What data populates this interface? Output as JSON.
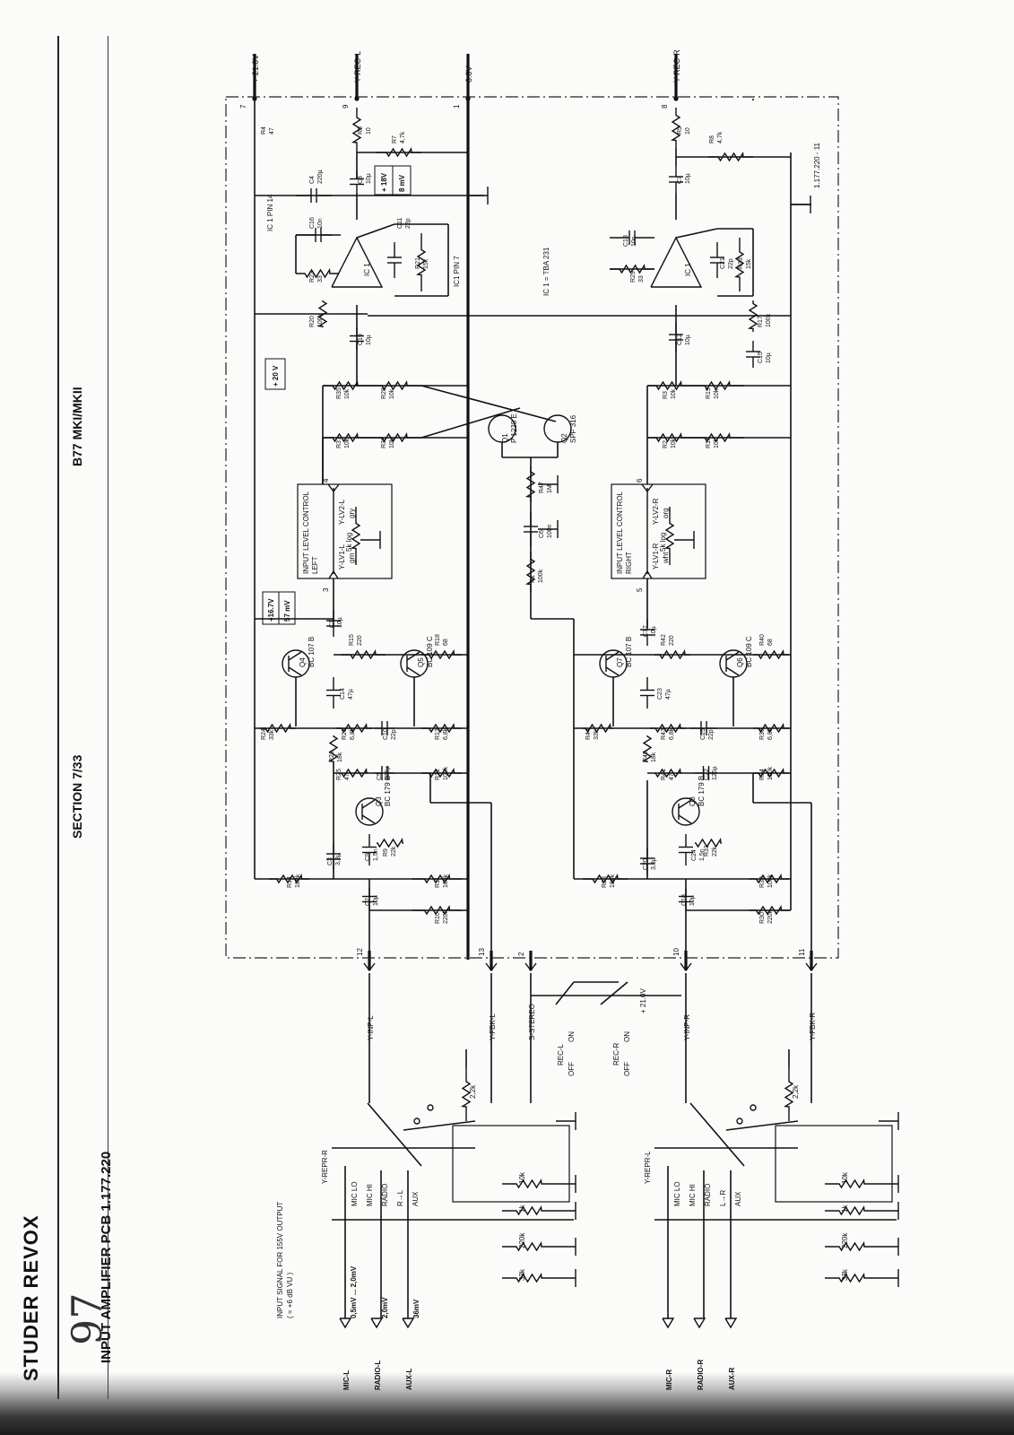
{
  "header": {
    "brand": "STUDER REVOX",
    "model": "B77 MKI/MKII",
    "section": "SECTION 7/33",
    "title": "INPUT AMPLIFIER PCB  1.177.220",
    "handwritten": "97"
  },
  "drawing_number": "1.177.220 - 11",
  "ic_note": "IC 1 = TBA 231",
  "input_note": [
    "INPUT SIGNAL FOR  155V  OUTPUT",
    "( = +6 dB VU )"
  ],
  "rails": [
    "+ 21.0V",
    "Y-REC-L",
    "0.0V",
    "Y-REC-R"
  ],
  "rail_pins": [
    "7",
    "9",
    "1",
    "8"
  ],
  "voltages": [
    "+ 18V",
    "8 mV",
    "+ 20 V",
    "+16.7V",
    "57 mV"
  ],
  "ic_labels": [
    "IC 1 PIN 14",
    "IC1 PIN 7",
    "IC 1",
    "IC 1"
  ],
  "transistors": [
    {
      "ref": "Q1",
      "type": "P 1238 E"
    },
    {
      "ref": "Q2",
      "type": "SPF 316"
    },
    {
      "ref": "Q3",
      "type": "BC 179 B"
    },
    {
      "ref": "Q4",
      "type": "BC 107 B"
    },
    {
      "ref": "Q5",
      "type": "BC 109 C"
    },
    {
      "ref": "Q6",
      "type": "BC 109 C"
    },
    {
      "ref": "Q7",
      "type": "BC 107 B"
    },
    {
      "ref": "Q8",
      "type": "BC 179 B"
    }
  ],
  "level_controls": [
    {
      "title": "INPUT LEVEL CONTROL",
      "side": "LEFT",
      "pot": "5k log",
      "wire1": "Y-LV1-L",
      "wire2": "Y-LV2-L",
      "c1": "grn",
      "c2": "gry",
      "pin_top": "4",
      "pin_bot": "3"
    },
    {
      "title": "INPUT LEVEL CONTROL",
      "side": "RIGHT",
      "pot": "5k log",
      "wire1": "Y-LV1-R",
      "wire2": "Y-LV2-R",
      "c1": "wht",
      "c2": "org",
      "pin_top": "6",
      "pin_bot": "5"
    }
  ],
  "components_left": [
    {
      "ref": "R4",
      "val": "47"
    },
    {
      "ref": "R6",
      "val": "10"
    },
    {
      "ref": "R7",
      "val": "4,7k"
    },
    {
      "ref": "C4",
      "val": "220µ"
    },
    {
      "ref": "C8",
      "val": "10µ"
    },
    {
      "ref": "C16",
      "val": "10n"
    },
    {
      "ref": "C11",
      "val": "22p"
    },
    {
      "ref": "R21",
      "val": "15k"
    },
    {
      "ref": "R23",
      "val": "33"
    },
    {
      "ref": "R20",
      "val": "100k"
    },
    {
      "ref": "C19",
      "val": "10µ"
    },
    {
      "ref": "R35",
      "val": "10k"
    },
    {
      "ref": "R28",
      "val": "10k"
    },
    {
      "ref": "R37",
      "val": "10k"
    },
    {
      "ref": "R39",
      "val": "10k"
    },
    {
      "ref": "C1",
      "val": "10µ"
    },
    {
      "ref": "R15",
      "val": "220"
    },
    {
      "ref": "R18",
      "val": "68"
    },
    {
      "ref": "C14",
      "val": "47µ"
    },
    {
      "ref": "R24",
      "val": "33k"
    },
    {
      "ref": "R26",
      "val": "6,8k"
    },
    {
      "ref": "C10",
      "val": "22p"
    },
    {
      "ref": "R13",
      "val": "6,8k"
    },
    {
      "ref": "R22",
      "val": "18k"
    },
    {
      "ref": "R25",
      "val": "47"
    },
    {
      "ref": "C5",
      "val": "125µ"
    },
    {
      "ref": "R12",
      "val": "100k"
    },
    {
      "ref": "C3",
      "val": "3,3µ"
    },
    {
      "ref": "C9",
      "val": "1,5n"
    },
    {
      "ref": "R9",
      "val": "22k"
    },
    {
      "ref": "R14",
      "val": "180k"
    },
    {
      "ref": "R11",
      "val": "100k"
    },
    {
      "ref": "C2",
      "val": "10µ"
    },
    {
      "ref": "R10",
      "val": "220k"
    }
  ],
  "components_right": [
    {
      "ref": "R5",
      "val": "10"
    },
    {
      "ref": "R8",
      "val": "4,7k"
    },
    {
      "ref": "C7",
      "val": "10µ"
    },
    {
      "ref": "C13",
      "val": "10n"
    },
    {
      "ref": "C21",
      "val": "22p"
    },
    {
      "ref": "R33",
      "val": "15k"
    },
    {
      "ref": "R29",
      "val": "33"
    },
    {
      "ref": "R17",
      "val": "100k"
    },
    {
      "ref": "C12",
      "val": "10µ"
    },
    {
      "ref": "C15",
      "val": "10µ"
    },
    {
      "ref": "R3",
      "val": "10k"
    },
    {
      "ref": "R19",
      "val": "10k"
    },
    {
      "ref": "R2",
      "val": "10k"
    },
    {
      "ref": "R16",
      "val": "10k"
    },
    {
      "ref": "R47",
      "val": "1M"
    },
    {
      "ref": "C6",
      "val": "100n"
    },
    {
      "ref": "R1",
      "val": "100k"
    },
    {
      "ref": "C17",
      "val": "10µ"
    },
    {
      "ref": "R42",
      "val": "220"
    },
    {
      "ref": "R40",
      "val": "68"
    },
    {
      "ref": "C23",
      "val": "47µ"
    },
    {
      "ref": "R44",
      "val": "33k"
    },
    {
      "ref": "R43",
      "val": "6,8k"
    },
    {
      "ref": "C25",
      "val": "22p"
    },
    {
      "ref": "R36",
      "val": "6,8k"
    },
    {
      "ref": "R45",
      "val": "18k"
    },
    {
      "ref": "R41",
      "val": "47"
    },
    {
      "ref": "C22",
      "val": "125µ"
    },
    {
      "ref": "R34",
      "val": "100k"
    },
    {
      "ref": "C24",
      "val": "1,5n"
    },
    {
      "ref": "R31",
      "val": "22k"
    },
    {
      "ref": "C20",
      "val": "3,3µ"
    },
    {
      "ref": "R38",
      "val": "180k"
    },
    {
      "ref": "R32",
      "val": "100k"
    },
    {
      "ref": "C18",
      "val": "10µ"
    },
    {
      "ref": "R30",
      "val": "220k"
    }
  ],
  "connectors": [
    {
      "label": "Y-INP-L",
      "pin": "12"
    },
    {
      "label": "Y-FBK-L",
      "pin": "13"
    },
    {
      "label": "S-STEREO",
      "pin": "2"
    },
    {
      "label": "Y-INP-R",
      "pin": "10"
    },
    {
      "label": "Y-FBK-R",
      "pin": "11"
    }
  ],
  "stereo_switch": {
    "supply": "+ 21.0V",
    "left": "REC-L",
    "right": "REC-R",
    "on": "ON",
    "off": "OFF"
  },
  "selector_left": {
    "repro": "Y-REPR-R",
    "positions": [
      "MIC LO",
      "MIC HI",
      "RADIO",
      "R→L",
      "AUX"
    ],
    "resistors": [
      "2,2k",
      "10k",
      "1k",
      "220k",
      "33k"
    ]
  },
  "selector_right": {
    "repro": "Y-REPR-L",
    "positions": [
      "MIC LO",
      "MIC HI",
      "RADIO",
      "L→R",
      "AUX"
    ],
    "resistors": [
      "2,2k",
      "10k",
      "1k",
      "220k",
      "33k"
    ]
  },
  "inputs_left": [
    {
      "name": "MIC-L",
      "level": "0,5mV ... 2,0mV"
    },
    {
      "name": "RADIO-L",
      "level": "2,0mV"
    },
    {
      "name": "AUX-L",
      "level": "36mV"
    }
  ],
  "inputs_right": [
    {
      "name": "MIC-R"
    },
    {
      "name": "RADIO-R"
    },
    {
      "name": "AUX-R"
    }
  ]
}
